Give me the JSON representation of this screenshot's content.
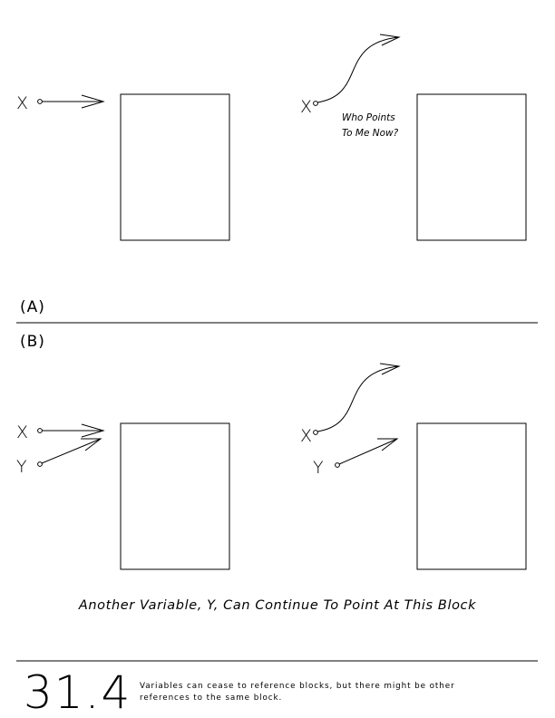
{
  "panels": {
    "a": {
      "label": "(A)",
      "left": {
        "var_x": "X"
      },
      "right": {
        "var_x": "X",
        "question_line1": "Who Points",
        "question_line2": "To Me Now?"
      }
    },
    "b": {
      "label": "(B)",
      "left": {
        "var_x": "X",
        "var_y": "Y"
      },
      "right": {
        "var_x": "X",
        "var_y": "Y"
      },
      "caption": "Another Variable, Y, Can Continue To Point At This Block"
    }
  },
  "footer": {
    "figure_number": "31.4",
    "description_line1": "Variables can cease to reference blocks, but there might be other",
    "description_line2": "references to the same block."
  }
}
